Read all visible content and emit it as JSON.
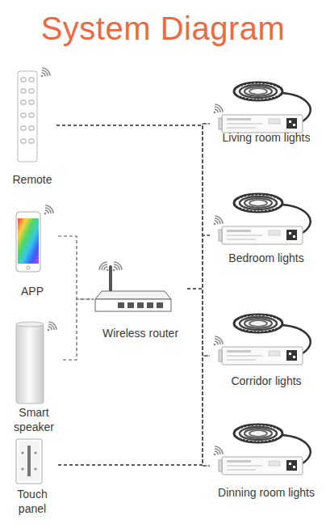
{
  "diagram": {
    "title": "System Diagram",
    "nodes": [
      {
        "text": [
          "Remote"
        ]
      },
      {
        "text": [
          "APP"
        ]
      },
      {
        "text": [
          "Smart speaker"
        ]
      },
      {
        "text": [
          "Touch panel"
        ]
      },
      {
        "text": [
          "Wireless router"
        ]
      },
      {
        "text": [
          "Living room lights"
        ]
      },
      {
        "text": [
          "Bedroom lights"
        ]
      },
      {
        "text": [
          "Corridor lights"
        ]
      },
      {
        "text": [
          "Dinning room lights"
        ]
      }
    ],
    "edges": [
      {
        "from": 0,
        "to": 5,
        "arrow": "none"
      },
      {
        "from": 0,
        "to": 6,
        "arrow": "none"
      },
      {
        "from": 0,
        "to": 7,
        "arrow": "none"
      },
      {
        "from": 0,
        "to": 8,
        "arrow": "none"
      },
      {
        "from": 1,
        "to": 4,
        "arrow": "none"
      },
      {
        "from": 2,
        "to": 4,
        "arrow": "none"
      },
      {
        "from": 4,
        "to": 5,
        "arrow": "none"
      },
      {
        "from": 4,
        "to": 6,
        "arrow": "none"
      },
      {
        "from": 4,
        "to": 7,
        "arrow": "none"
      },
      {
        "from": 4,
        "to": 8,
        "arrow": "none"
      },
      {
        "from": 3,
        "to": 5,
        "arrow": "none"
      },
      {
        "from": 3,
        "to": 6,
        "arrow": "none"
      },
      {
        "from": 3,
        "to": 7,
        "arrow": "none"
      },
      {
        "from": 3,
        "to": 8,
        "arrow": "none"
      }
    ]
  }
}
